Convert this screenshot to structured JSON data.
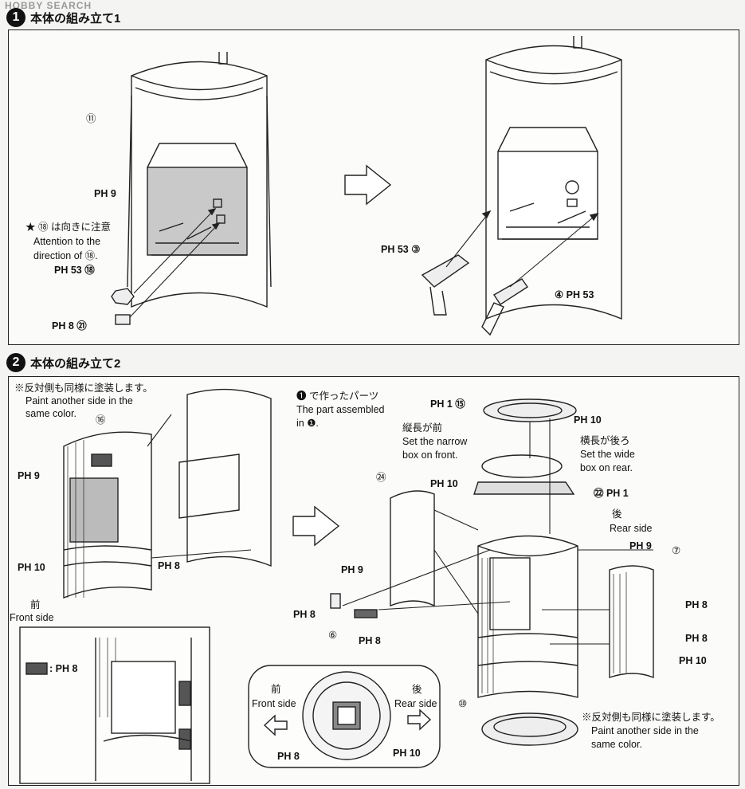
{
  "watermark": "HOBBY SEARCH",
  "step1": {
    "number": "1",
    "title": "本体の組み立て1",
    "labels": {
      "p11": "⑪",
      "ph9": "PH 9",
      "note_jp": "★ ⑱ は向きに注意",
      "note_en1": "Attention to the",
      "note_en2": "direction of ⑱.",
      "ph53_18": "PH 53 ⑱",
      "ph8_21": "PH 8 ㉑",
      "ph53_3": "PH 53 ③",
      "p4_ph53": "④ PH 53"
    }
  },
  "step2": {
    "number": "2",
    "title": "本体の組み立て2",
    "labels": {
      "paint_jp": "※反対側も同様に塗装します。",
      "paint_en1": "Paint another side in the",
      "paint_en2": "same color.",
      "p16": "⑯",
      "ph9_a": "PH 9",
      "ph10_a": "PH 10",
      "ph8_a": "PH 8",
      "front_jp": "前",
      "front_en": "Front side",
      "part1_jp": "❶ で作ったパーツ",
      "part1_en1": "The part assembled",
      "part1_en2": "in ❶.",
      "ph1_15": "PH 1 ⑮",
      "ph10_b": "PH 10",
      "narrow_jp": "縦長が前",
      "narrow_en1": "Set the narrow",
      "narrow_en2": "box on front.",
      "wide_jp": "横長が後ろ",
      "wide_en1": "Set the wide",
      "wide_en2": "box on rear.",
      "p24": "㉔",
      "ph10_c": "PH 10",
      "p22_ph1": "㉒ PH 1",
      "rear_jp": "後",
      "rear_en": "Rear side",
      "ph9_b": "PH 9",
      "p7": "⑦",
      "ph9_c": "PH 9",
      "ph8_b": "PH 8",
      "p6": "⑥",
      "ph8_c": "PH 8",
      "ph8_d": "PH 8",
      "ph8_e": "PH 8",
      "ph10_d": "PH 10",
      "legend": ": PH 8",
      "bf_front_jp": "前",
      "bf_front_en": "Front side",
      "bf_rear_jp": "後",
      "bf_rear_en": "Rear side",
      "bf_ph8": "PH 8",
      "bf_ph10": "PH 10",
      "p10": "⑩",
      "paint2_jp": "※反対側も同様に塗装します。",
      "paint2_en1": "Paint another side in the",
      "paint2_en2": "same color."
    }
  },
  "colors": {
    "paint": "#555555",
    "line": "#222222",
    "shade": "#c8c8c8"
  }
}
